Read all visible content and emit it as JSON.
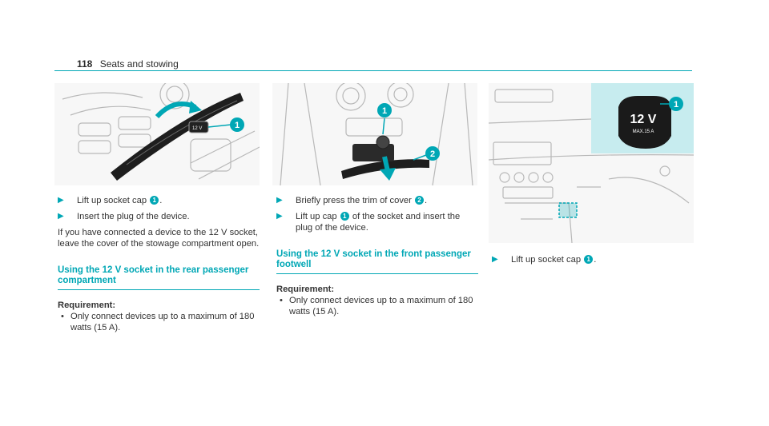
{
  "header": {
    "page_number": "118",
    "section": "Seats and stowing"
  },
  "figures": {
    "rear": {
      "labels": [
        "1"
      ],
      "socket_text": "12 V"
    },
    "front": {
      "labels": [
        "1",
        "2"
      ]
    },
    "dash": {
      "labels": [
        "1"
      ],
      "socket_text": "12 V",
      "socket_subtext": "MAX.15 A"
    }
  },
  "col1": {
    "step1": {
      "text": "Lift up socket cap",
      "badge": "1",
      "end": "."
    },
    "step2": {
      "text": "Insert the plug of the device."
    },
    "paragraph": "If you have connected a device to the 12 V socket, leave the cover of the stowage compartment open.",
    "section_title": "Using the 12 V socket in the rear passenger compartment",
    "requirement_label": "Requirement:",
    "requirement_bullet": "Only connect devices up to a maximum of 180 watts (15 A)."
  },
  "col2": {
    "step1": {
      "text": "Briefly press the trim of cover",
      "badge": "2",
      "end": "."
    },
    "step2": {
      "start": "Lift up cap",
      "badge": "1",
      "text": "of the socket and insert the plug of the device."
    },
    "section_title": "Using the 12 V socket in the front passenger footwell",
    "requirement_label": "Requirement:",
    "requirement_bullet": "Only connect devices up to a maximum of 180 watts (15 A)."
  },
  "col3": {
    "step1": {
      "text": "Lift up socket cap",
      "badge": "1",
      "end": "."
    }
  },
  "colors": {
    "accent": "#00a7b5",
    "inset_bg": "#c7ecef"
  },
  "icons": {
    "step_arrow": "step-arrow-icon",
    "bullet": "bullet-icon"
  }
}
